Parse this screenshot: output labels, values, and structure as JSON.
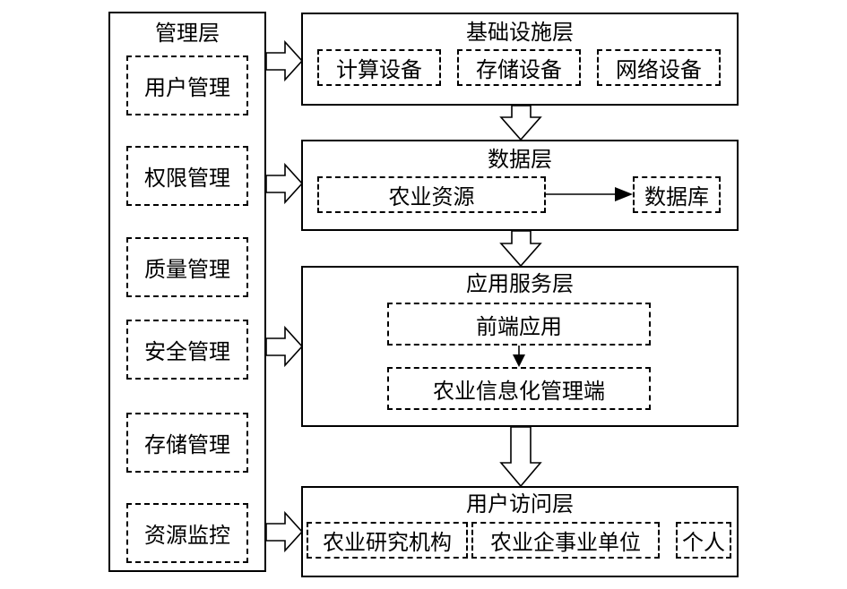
{
  "management": {
    "title": "管理层",
    "items": [
      "用户管理",
      "权限管理",
      "质量管理",
      "安全管理",
      "存储管理",
      "资源监控"
    ]
  },
  "infrastructure": {
    "title": "基础设施层",
    "items": [
      "计算设备",
      "存储设备",
      "网络设备"
    ]
  },
  "data_layer": {
    "title": "数据层",
    "source": "农业资源",
    "target": "数据库"
  },
  "service_layer": {
    "title": "应用服务层",
    "front": "前端应用",
    "back": "农业信息化管理端"
  },
  "user_layer": {
    "title": "用户访问层",
    "items": [
      "农业研究机构",
      "农业企事业单位",
      "个人"
    ]
  }
}
